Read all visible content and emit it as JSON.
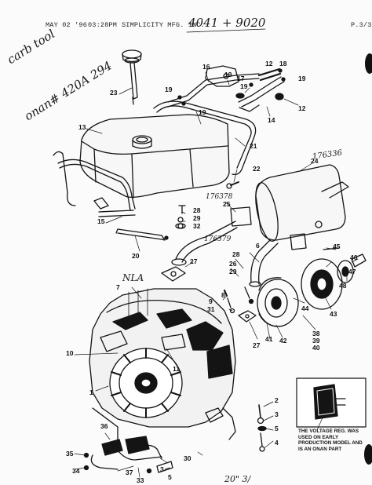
{
  "header": {
    "date": "MAY 02 '96",
    "time": "03:28PM",
    "company": "SIMPLICITY MFG. INC.",
    "page": "P.3/3"
  },
  "handwritten": {
    "models": "4041 + 9020",
    "carb_note_line1": "carb tool",
    "carb_note_line2": "onan# 420A 294",
    "nla": "NLA",
    "part_ref_24": "176336",
    "part_ref_6a": "176378",
    "part_ref_6b": "176379",
    "bottom_scrawl": "20\" 3/"
  },
  "callouts": {
    "c1": "1",
    "c2": "2",
    "c3": "3",
    "c3b": "3",
    "c4": "4",
    "c5": "5",
    "c5b": "5",
    "c6": "6",
    "c7": "7",
    "c8": "8",
    "c9": "9",
    "c10": "10",
    "c11": "11",
    "c12": "12",
    "c12b": "12",
    "c13": "13",
    "c14": "14",
    "c15": "15",
    "c16": "16",
    "c17": "17",
    "c18": "18",
    "c19a": "19",
    "c19b": "19",
    "c19c": "19",
    "c20": "20",
    "c21": "21",
    "c22": "22",
    "c23": "23",
    "c24": "24",
    "c25": "25",
    "c26": "26",
    "c27": "27",
    "c27b": "27",
    "c28": "28",
    "c29": "29",
    "c29b": "29",
    "c30": "30",
    "c31": "31",
    "c32": "32",
    "c33": "33",
    "c34": "34",
    "c35": "35",
    "c36": "36",
    "c37": "37",
    "c38": "38",
    "c39": "39",
    "c40": "40",
    "c41": "41",
    "c42": "42",
    "c43": "43",
    "c44": "44",
    "c45": "45",
    "c46": "46",
    "c47": "47",
    "c48": "48"
  },
  "inset": {
    "note": "THE VOLTAGE REG. WAS USED ON EARLY PRODUCTION MODEL AND IS AN ONAN PART"
  }
}
